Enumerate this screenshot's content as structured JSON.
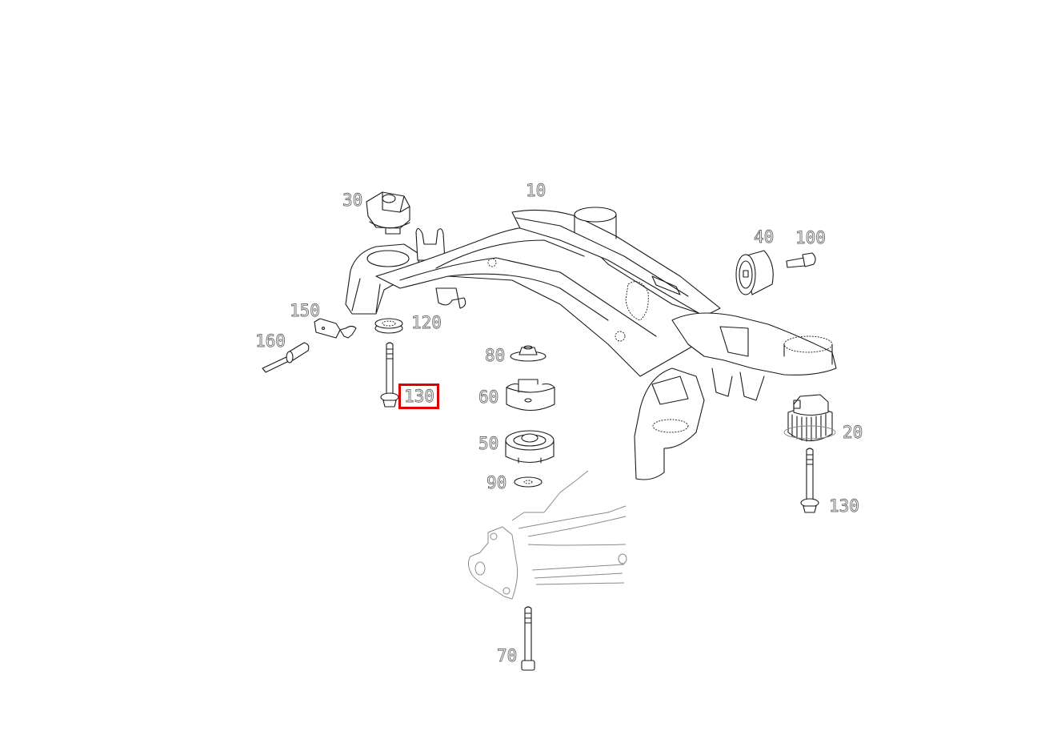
{
  "diagram": {
    "type": "exploded parts diagram",
    "subject": "rear axle subframe assembly",
    "background_color": "#ffffff",
    "line_color": "#1a1a1a",
    "highlight_color": "#e00000",
    "selected_callout": "130",
    "callouts": [
      {
        "id": "10",
        "label": "10",
        "part": "subframe"
      },
      {
        "id": "20",
        "label": "20",
        "part": "subframe mount (right)"
      },
      {
        "id": "30",
        "label": "30",
        "part": "subframe mount (left)"
      },
      {
        "id": "40",
        "label": "40",
        "part": "bushing"
      },
      {
        "id": "50",
        "label": "50",
        "part": "mount cup"
      },
      {
        "id": "60",
        "label": "60",
        "part": "mount cap"
      },
      {
        "id": "70",
        "label": "70",
        "part": "bolt"
      },
      {
        "id": "80",
        "label": "80",
        "part": "nut with washer"
      },
      {
        "id": "90",
        "label": "90",
        "part": "lock washer"
      },
      {
        "id": "100",
        "label": "100",
        "part": "screw"
      },
      {
        "id": "120",
        "label": "120",
        "part": "washer"
      },
      {
        "id": "130a",
        "label": "130",
        "part": "bolt (left)",
        "selected": true
      },
      {
        "id": "130b",
        "label": "130",
        "part": "bolt (right)"
      },
      {
        "id": "150",
        "label": "150",
        "part": "bracket"
      },
      {
        "id": "160",
        "label": "160",
        "part": "stud bolt"
      }
    ]
  }
}
